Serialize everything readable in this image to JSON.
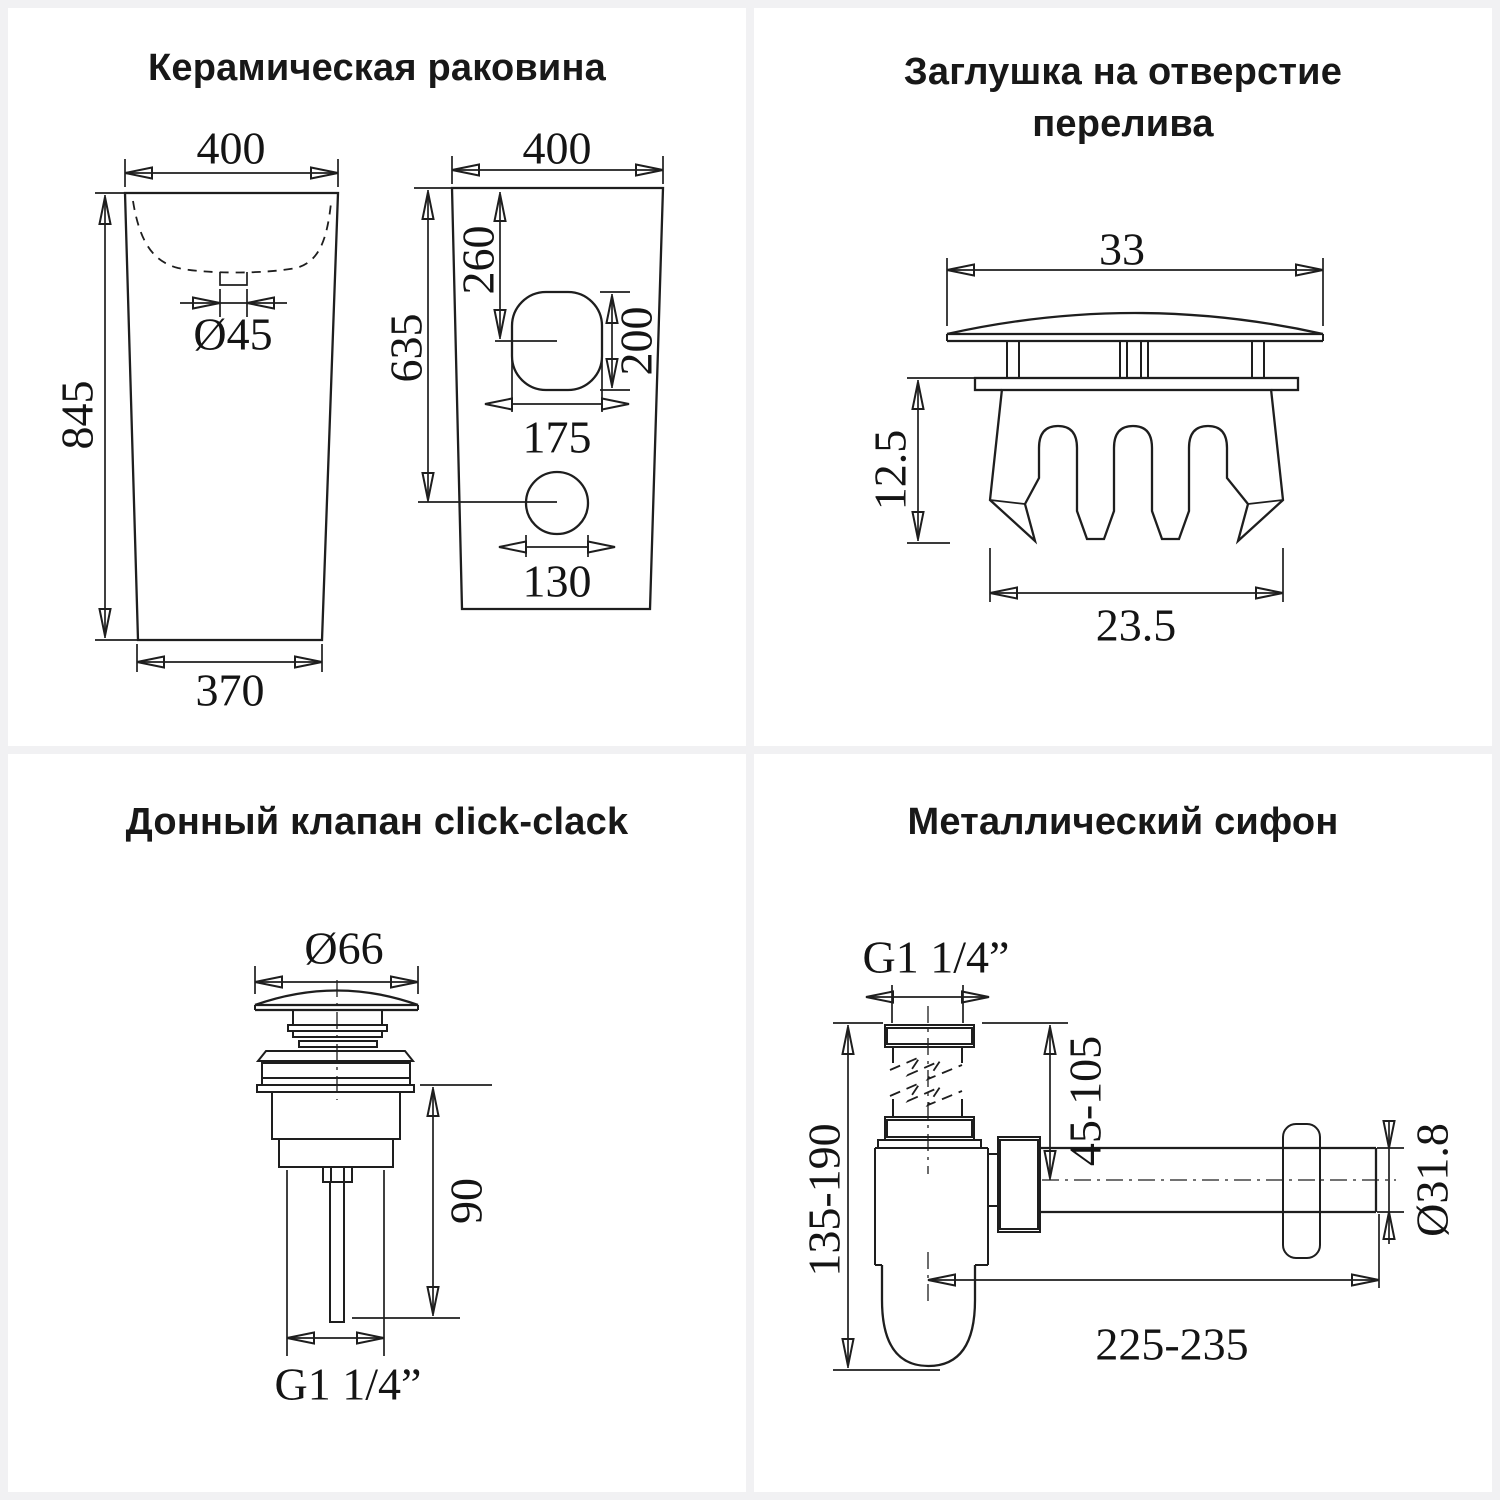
{
  "colors": {
    "background": "#f1f1f3",
    "card": "#ffffff",
    "line": "#1e1e1e",
    "text": "#141414"
  },
  "panels": {
    "sink": {
      "title": "Керамическая раковина",
      "front": {
        "top_width": "400",
        "height": "845",
        "bottom_width": "370",
        "drain_diameter": "Ø45"
      },
      "side": {
        "top_width": "400",
        "height_to_drain": "635",
        "top_to_overflow": "260",
        "overflow_height": "200",
        "overflow_width": "175",
        "drain_width": "130"
      }
    },
    "plug": {
      "title_line1": "Заглушка на отверстие",
      "title_line2": "перелива",
      "cap_width": "33",
      "height": "12.5",
      "body_width": "23.5"
    },
    "valve": {
      "title": "Донный клапан click-clack",
      "cap_diameter": "Ø66",
      "height": "90",
      "thread": "G1 1/4”"
    },
    "siphon": {
      "title": "Металлический сифон",
      "thread": "G1 1/4”",
      "inlet_height_range": "45-105",
      "total_height_range": "135-190",
      "pipe_diameter": "Ø31.8",
      "length_range": "225-235"
    }
  }
}
